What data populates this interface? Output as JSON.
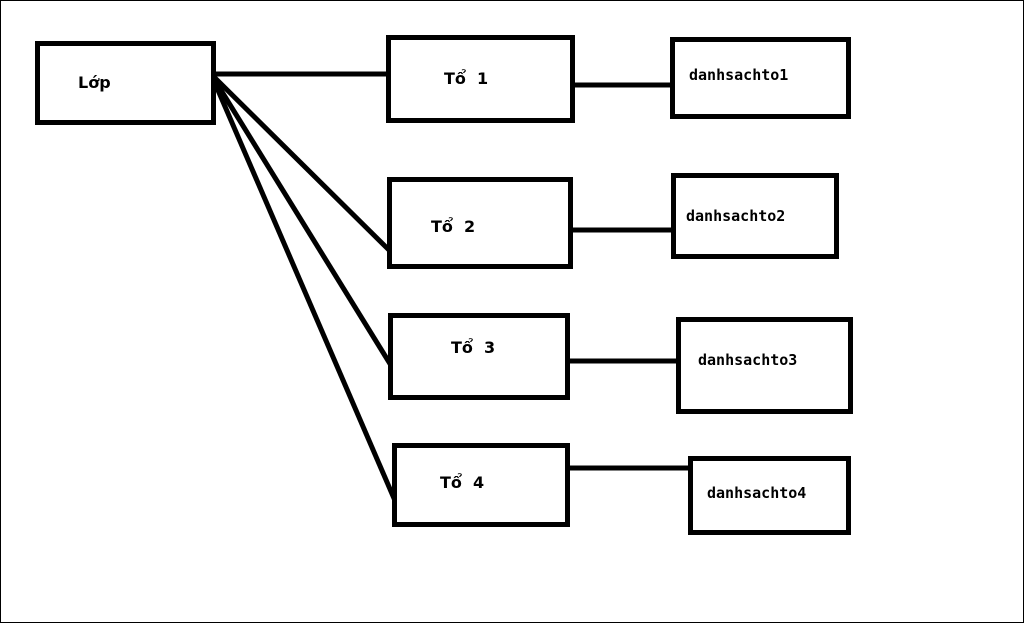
{
  "root": {
    "label": "Lớp"
  },
  "groups": [
    {
      "label": "Tổ  1",
      "list_label": "danhsachto1"
    },
    {
      "label": "Tổ  2",
      "list_label": "danhsachto2"
    },
    {
      "label": "Tổ  3",
      "list_label": "danhsachto3"
    },
    {
      "label": "Tổ  4",
      "list_label": "danhsachto4"
    }
  ],
  "colors": {
    "stroke": "#000000",
    "background": "#ffffff"
  }
}
